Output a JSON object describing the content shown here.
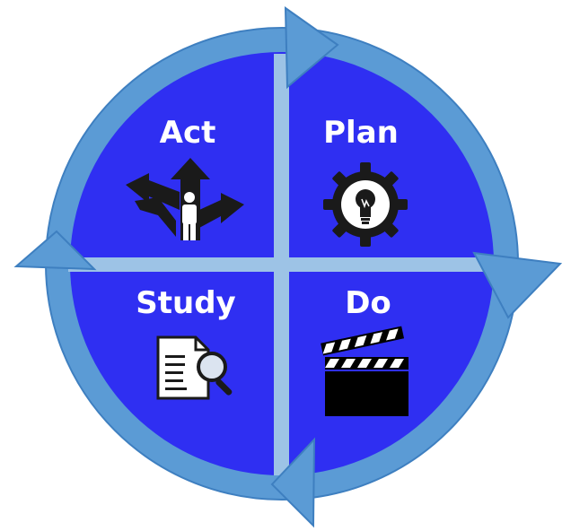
{
  "quadrants": {
    "act": {
      "label": "Act",
      "icon": "crossroads-person-icon"
    },
    "plan": {
      "label": "Plan",
      "icon": "gear-lightbulb-icon"
    },
    "study": {
      "label": "Study",
      "icon": "document-magnifier-icon"
    },
    "do": {
      "label": "Do",
      "icon": "clapperboard-icon"
    }
  },
  "colors": {
    "quadrant_fill": "#2f2ff2",
    "ring": "#5b9bd5",
    "ring_edge": "#3e7fc0",
    "divider": "#9dc3e6",
    "icon_dark": "#1a1a1a",
    "icon_light": "#ffffff"
  }
}
